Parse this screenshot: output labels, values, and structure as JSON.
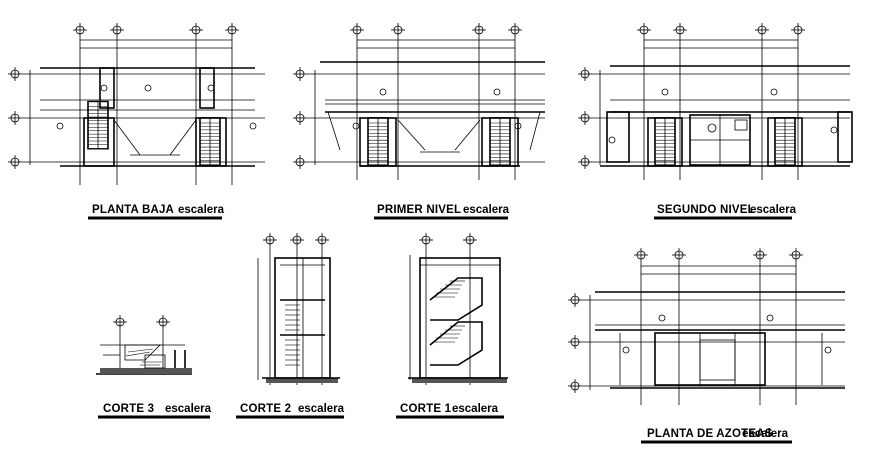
{
  "drawings": [
    {
      "id": "planta-baja",
      "title": "PLANTA BAJA",
      "subtitle": "escalera"
    },
    {
      "id": "primer-nivel",
      "title": "PRIMER NIVEL",
      "subtitle": "escalera"
    },
    {
      "id": "segundo-nivel",
      "title": "SEGUNDO NIVEL",
      "subtitle": "escalera"
    },
    {
      "id": "corte-3",
      "title": "CORTE 3",
      "subtitle": "escalera"
    },
    {
      "id": "corte-2",
      "title": "CORTE 2",
      "subtitle": "escalera"
    },
    {
      "id": "corte-1",
      "title": "CORTE 1",
      "subtitle": "escalera"
    },
    {
      "id": "planta-azoteas",
      "title": "PLANTA DE AZOTEAS",
      "subtitle": "escalera"
    }
  ]
}
